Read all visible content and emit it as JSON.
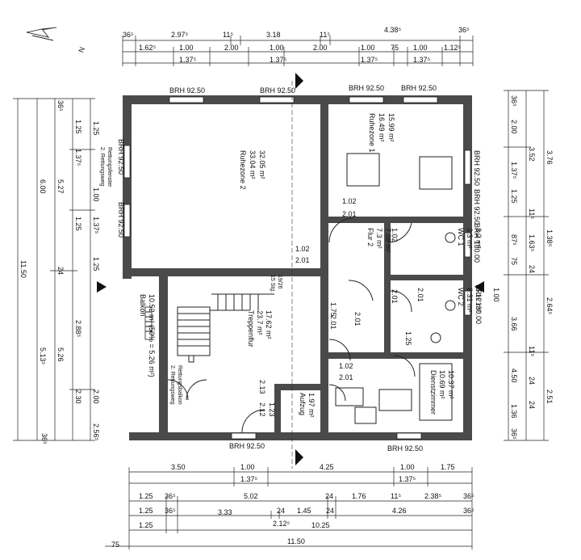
{
  "north_label": "N",
  "brh_labels": [
    "BRH 92.50",
    "BRH 92.50",
    "BRH 92.50",
    "BRH 92.50",
    "BRH 92.50",
    "BRH 92.50",
    "BRH 92.50",
    "BRH 92.50",
    "BRH 130.00",
    "BRH 130.00",
    "BRH 92.50",
    "BRH 92.50"
  ],
  "rooms": {
    "ruhezone2": [
      "Ruhezone 2",
      "33.04 m²",
      "32.05 m²"
    ],
    "ruhezone1": [
      "Ruhezone 1",
      "16.49 m²",
      "15.99 m²"
    ],
    "flur2": [
      "Flur 2",
      "7.3 m²",
      "7.08 m²"
    ],
    "wc1": [
      "WC 1",
      "3.3 m²",
      "3.2 m²"
    ],
    "wc2": [
      "WC 2",
      "6.31 m²",
      "6.12 m²"
    ],
    "treppenflur": [
      "Treppenflur",
      "23.7 m²",
      "17.62 m²"
    ],
    "dienstzimmer": [
      "Dienstzimmer",
      "10.69 m²",
      "10.37 m²"
    ],
    "aufzug": [
      "Aufzug",
      "1.97 m²"
    ],
    "balkon": [
      "Balkon",
      "10.52 m² (50% = 5.26 m²)"
    ],
    "stairs": [
      "15 Stg.",
      "19/26"
    ]
  },
  "notes": {
    "rettungsfenster": [
      "2. Rettungsweg",
      "Rettungsfenster"
    ],
    "rettungsbalkon": [
      "2. Rettungsweg",
      "Rettungsbalkon"
    ]
  },
  "door_labels": [
    "1.02",
    "2.01",
    "1.02",
    "2.01",
    "1.02",
    "2.01",
    "1.02",
    "2.01",
    "1.75",
    "2.01",
    "1.02",
    "2.01",
    "1.25",
    "1.02",
    "2.01",
    "2.01",
    "2.12",
    "1.23",
    "2.13"
  ],
  "top_dims": {
    "row1": [
      "36⁵",
      "2.97⁵",
      "11⁵",
      "3.18",
      "11⁵",
      "4.38⁵",
      "36⁵"
    ],
    "row2": [
      "1.62⁵",
      "1.00",
      "2.00",
      "1.00",
      "2.00",
      "1.00",
      "75",
      "1.00",
      "1.12⁵"
    ],
    "row3": [
      "1.37⁵",
      "1.37⁵",
      "1.37⁵",
      "1.37⁵"
    ]
  },
  "bottom_dims": {
    "row1": [
      "3.50",
      "1.00",
      "4.25",
      "1.00",
      "1.75"
    ],
    "row2": [
      "1.37⁵",
      "1.37⁵"
    ],
    "row3": [
      "1.25",
      "36⁵",
      "5.02",
      "24",
      "1.76",
      "11⁵",
      "2.38⁵",
      "36⁵"
    ],
    "row4": [
      "1.25",
      "36⁵",
      "3.33",
      "24",
      "1.45",
      "24",
      "4.26",
      "36⁵"
    ],
    "row5": [
      "1.25",
      "2.12⁵",
      "10.25"
    ],
    "row6": [
      "75",
      "11.50"
    ]
  },
  "left_dims": {
    "col1": [
      "11.50"
    ],
    "col2": [
      "6.00",
      "5.13⁵"
    ],
    "col3": [
      "5.27",
      "24",
      "5.26"
    ],
    "col4": [
      "36⁵",
      "1.25",
      "1.37⁵",
      "1.25",
      "2.88⁵",
      "2.30",
      "36⁵"
    ],
    "col5": [
      "1.25",
      "1.00",
      "1.37⁵",
      "1.25",
      "2.00",
      "2.56⁵"
    ]
  },
  "right_dims": {
    "col1": [
      "36⁵",
      "2.00",
      "1.37⁵",
      "1.25",
      "87⁵",
      "75",
      "1.00",
      "3.66",
      "1.36",
      "36⁵"
    ],
    "col2": [
      "3.52",
      "11⁵",
      "1.63⁵",
      "24",
      "11⁵",
      "24",
      "4.50",
      "24"
    ],
    "col3": [
      "3.76",
      "1.38⁵",
      "2.64⁵",
      "2.51"
    ]
  }
}
